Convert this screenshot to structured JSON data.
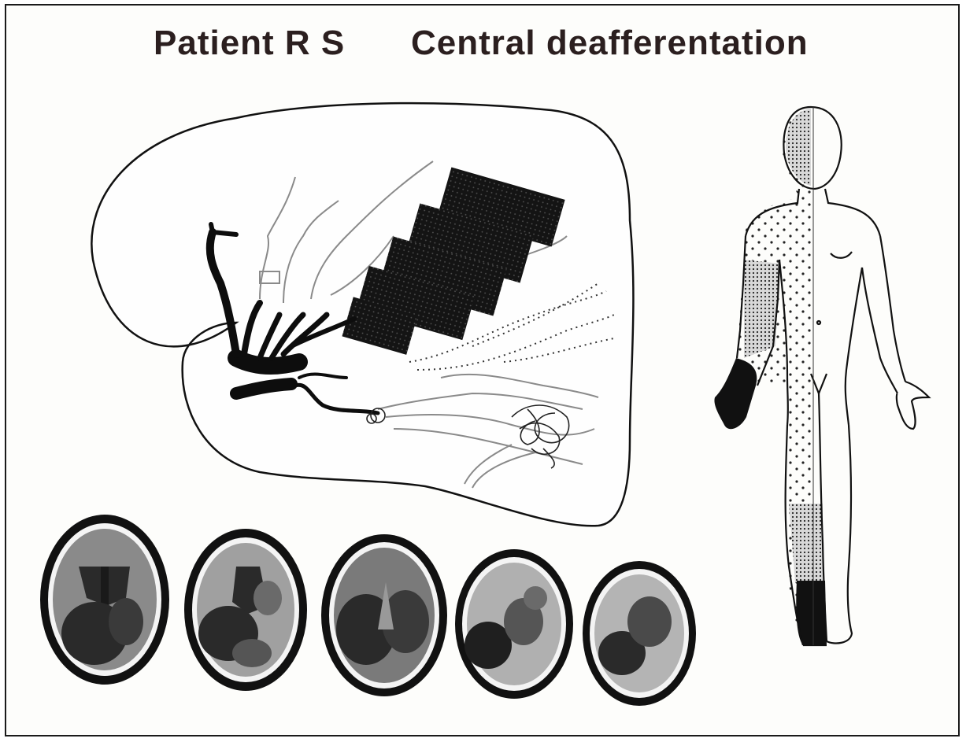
{
  "title": {
    "patient": "Patient  R S",
    "condition": "Central  deafferentation"
  },
  "figure": {
    "brain_map": {
      "stimulation_bands": 5
    },
    "ct_scans": {
      "count": 5
    },
    "body_map": {
      "view": "front"
    }
  },
  "colors": {
    "ink": "#111111",
    "title": "#2b1f1f",
    "paper": "#fdfdfb",
    "scan_gray": "#8a8a8a"
  }
}
